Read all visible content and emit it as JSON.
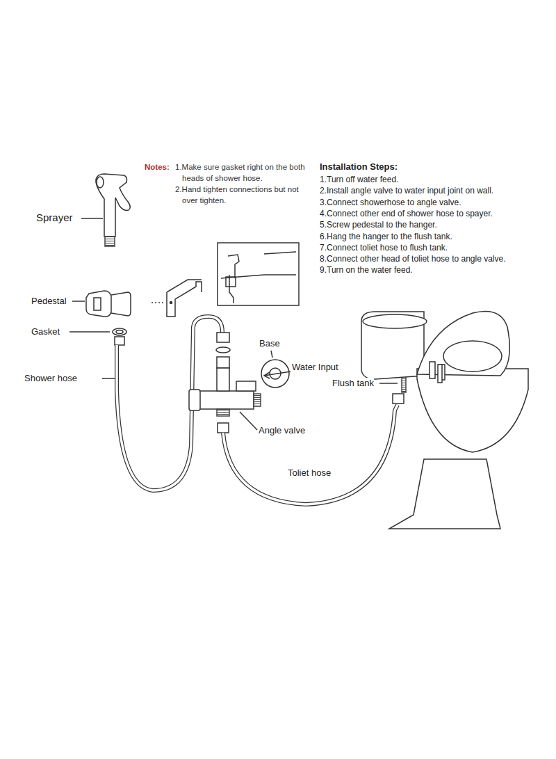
{
  "diagram": {
    "labels": [
      "Notes:",
      "1.Make sure gasket right on the both heads of shower hose.",
      "2.Hand tighten connections but not over tighten.",
      "Installation Steps:",
      "1.Turn off water feed.",
      "2.Install angle valve to water input joint on wall.",
      "3.Connect showerhose to angle valve.",
      "4.Connect other end of shower hose to spayer.",
      "5.Screw pedestal to the hanger.",
      "6.Hang the hanger to the flush tank.",
      "7.Connect toliet hose to flush tank.",
      "8.Connect other head of toliet hose to angle valve.",
      "9.Turn on the water feed.",
      "Sprayer",
      "Pedestal",
      "Gasket",
      "Shower hose",
      "Base",
      "Water Input",
      "Flush tank",
      "Angle valve",
      "Toliet hose"
    ]
  }
}
